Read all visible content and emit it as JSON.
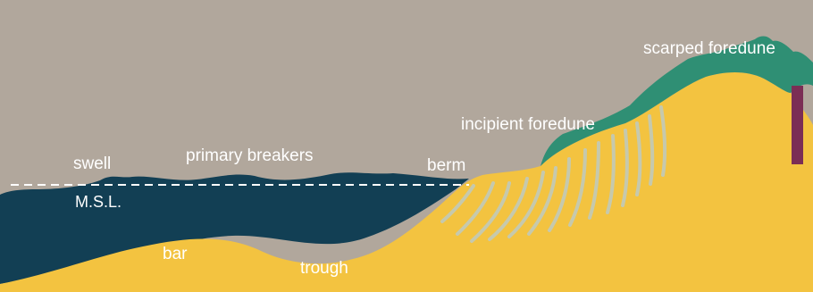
{
  "labels": {
    "swell": "swell",
    "msl": "M.S.L.",
    "primary_breakers": "primary breakers",
    "berm": "berm",
    "incipient_foredune": "incipient foredune",
    "scarped_foredune": "scarped foredune",
    "bar": "bar",
    "trough": "trough"
  },
  "colors": {
    "sky": "#b1a79c",
    "water": "#123f54",
    "sand": "#f3c340",
    "dune_vegetation": "#2f8f74",
    "bedding_lines": "#c6c9ad",
    "post": "#7b2e55",
    "label_text": "#ffffff"
  }
}
